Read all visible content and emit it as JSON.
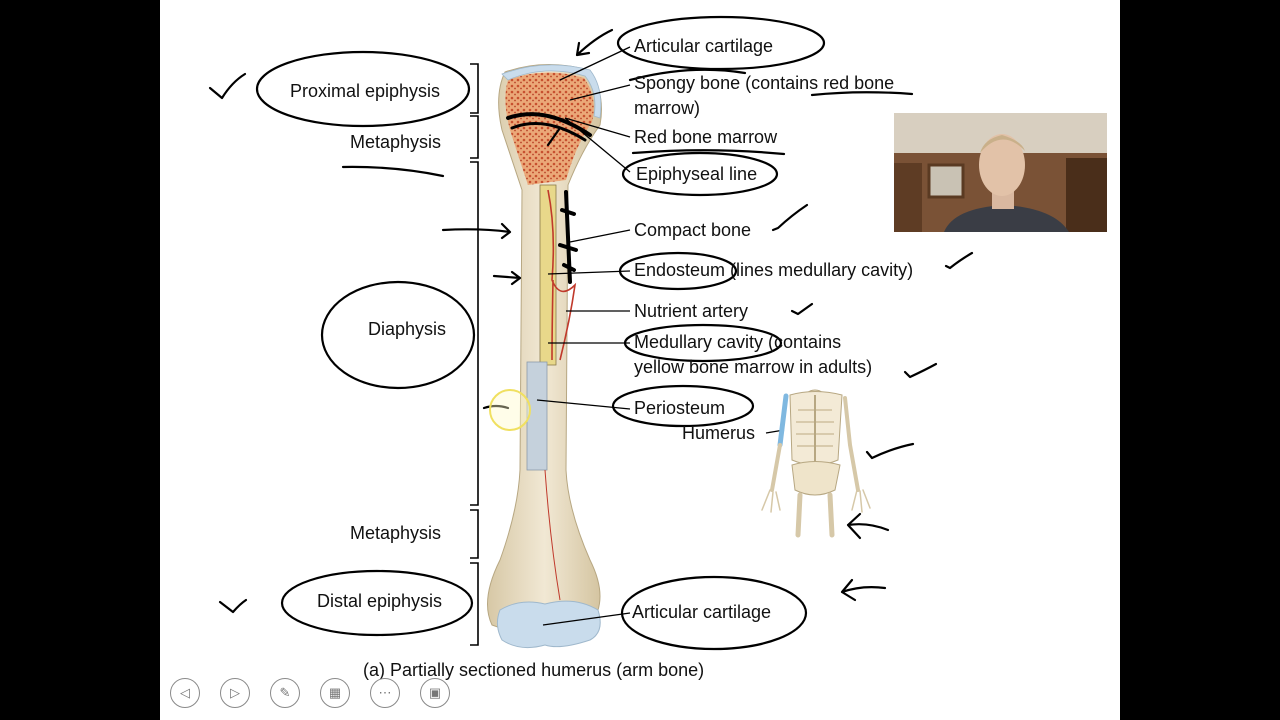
{
  "labels": {
    "proximal_epiphysis": "Proximal epiphysis",
    "metaphysis_top": "Metaphysis",
    "diaphysis": "Diaphysis",
    "metaphysis_bottom": "Metaphysis",
    "distal_epiphysis": "Distal epiphysis",
    "articular_cartilage_top": "Articular cartilage",
    "spongy_bone": "Spongy bone (contains red bone",
    "spongy_bone_cont": "marrow)",
    "red_bone_marrow": "Red bone marrow",
    "epiphyseal_line": "Epiphyseal line",
    "compact_bone": "Compact bone",
    "endosteum": "Endosteum (lines medullary cavity)",
    "nutrient_artery": "Nutrient artery",
    "medullary_cavity": "Medullary cavity (contains",
    "medullary_cavity_cont": "yellow bone marrow in adults)",
    "periosteum": "Periosteum",
    "humerus": "Humerus",
    "articular_cartilage_bottom": "Articular cartilage",
    "caption": "(a) Partially sectioned humerus (arm bone)"
  },
  "controls": [
    {
      "name": "previous-slide-button",
      "icon": "arrow-left-icon"
    },
    {
      "name": "next-slide-button",
      "icon": "arrow-right-icon"
    },
    {
      "name": "pen-tool-button",
      "icon": "pen-icon"
    },
    {
      "name": "see-all-slides-button",
      "icon": "slides-icon"
    },
    {
      "name": "more-options-button",
      "icon": "ellipsis-icon"
    },
    {
      "name": "presenter-view-button",
      "icon": "presenter-icon"
    }
  ],
  "colors": {
    "slide_background": "#ffffff",
    "letterbox": "#000000",
    "bone": "#e8dcc0",
    "spongy_bone": "#e8a070",
    "cartilage": "#c9dcec",
    "artery": "#c0392b",
    "pointer_highlight": "#f0e060"
  }
}
